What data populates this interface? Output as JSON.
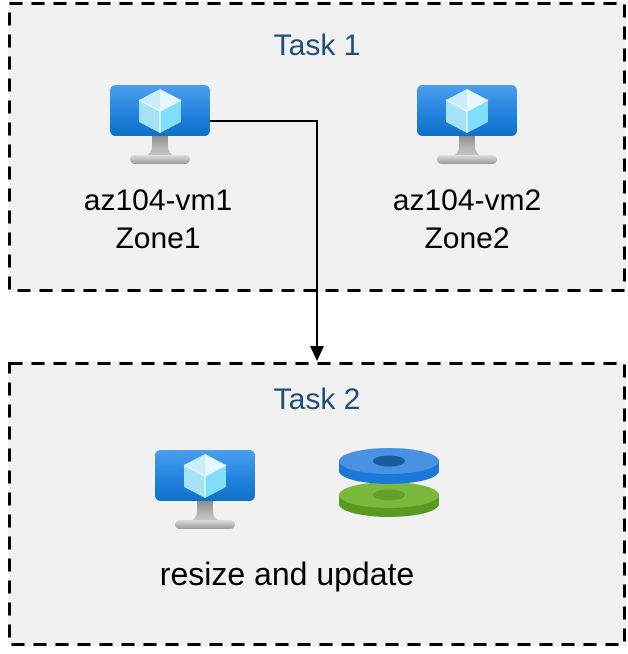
{
  "diagram": {
    "task1": {
      "title": "Task 1",
      "vms": [
        {
          "name": "az104-vm1",
          "zone": "Zone1",
          "icon": "virtual-machine-icon"
        },
        {
          "name": "az104-vm2",
          "zone": "Zone2",
          "icon": "virtual-machine-icon"
        }
      ]
    },
    "connector": {
      "type": "elbow-arrow",
      "from": "az104-vm1",
      "to": "task2-box",
      "color": "#000000"
    },
    "task2": {
      "title": "Task 2",
      "caption": "resize and update",
      "icons": [
        "virtual-machine-icon",
        "disks-icon"
      ]
    },
    "colors": {
      "page_background": "#ffffff",
      "box_fill": "#f1f1f1",
      "box_border": "#000000",
      "title_text": "#1f4e79",
      "label_text": "#000000",
      "vm_screen_top": "#4c9fee",
      "vm_screen_bottom": "#0f70c8",
      "vm_cube_light": "#e6f8fe",
      "vm_cube_mid": "#a5e2f6",
      "disk_blue_top": "#4a91e2",
      "disk_blue_side": "#1c77da",
      "disk_blue_hole": "#195c9e",
      "disk_green_top": "#79ba3c",
      "disk_green_side": "#58991f",
      "disk_green_hole": "#649f2b"
    }
  }
}
